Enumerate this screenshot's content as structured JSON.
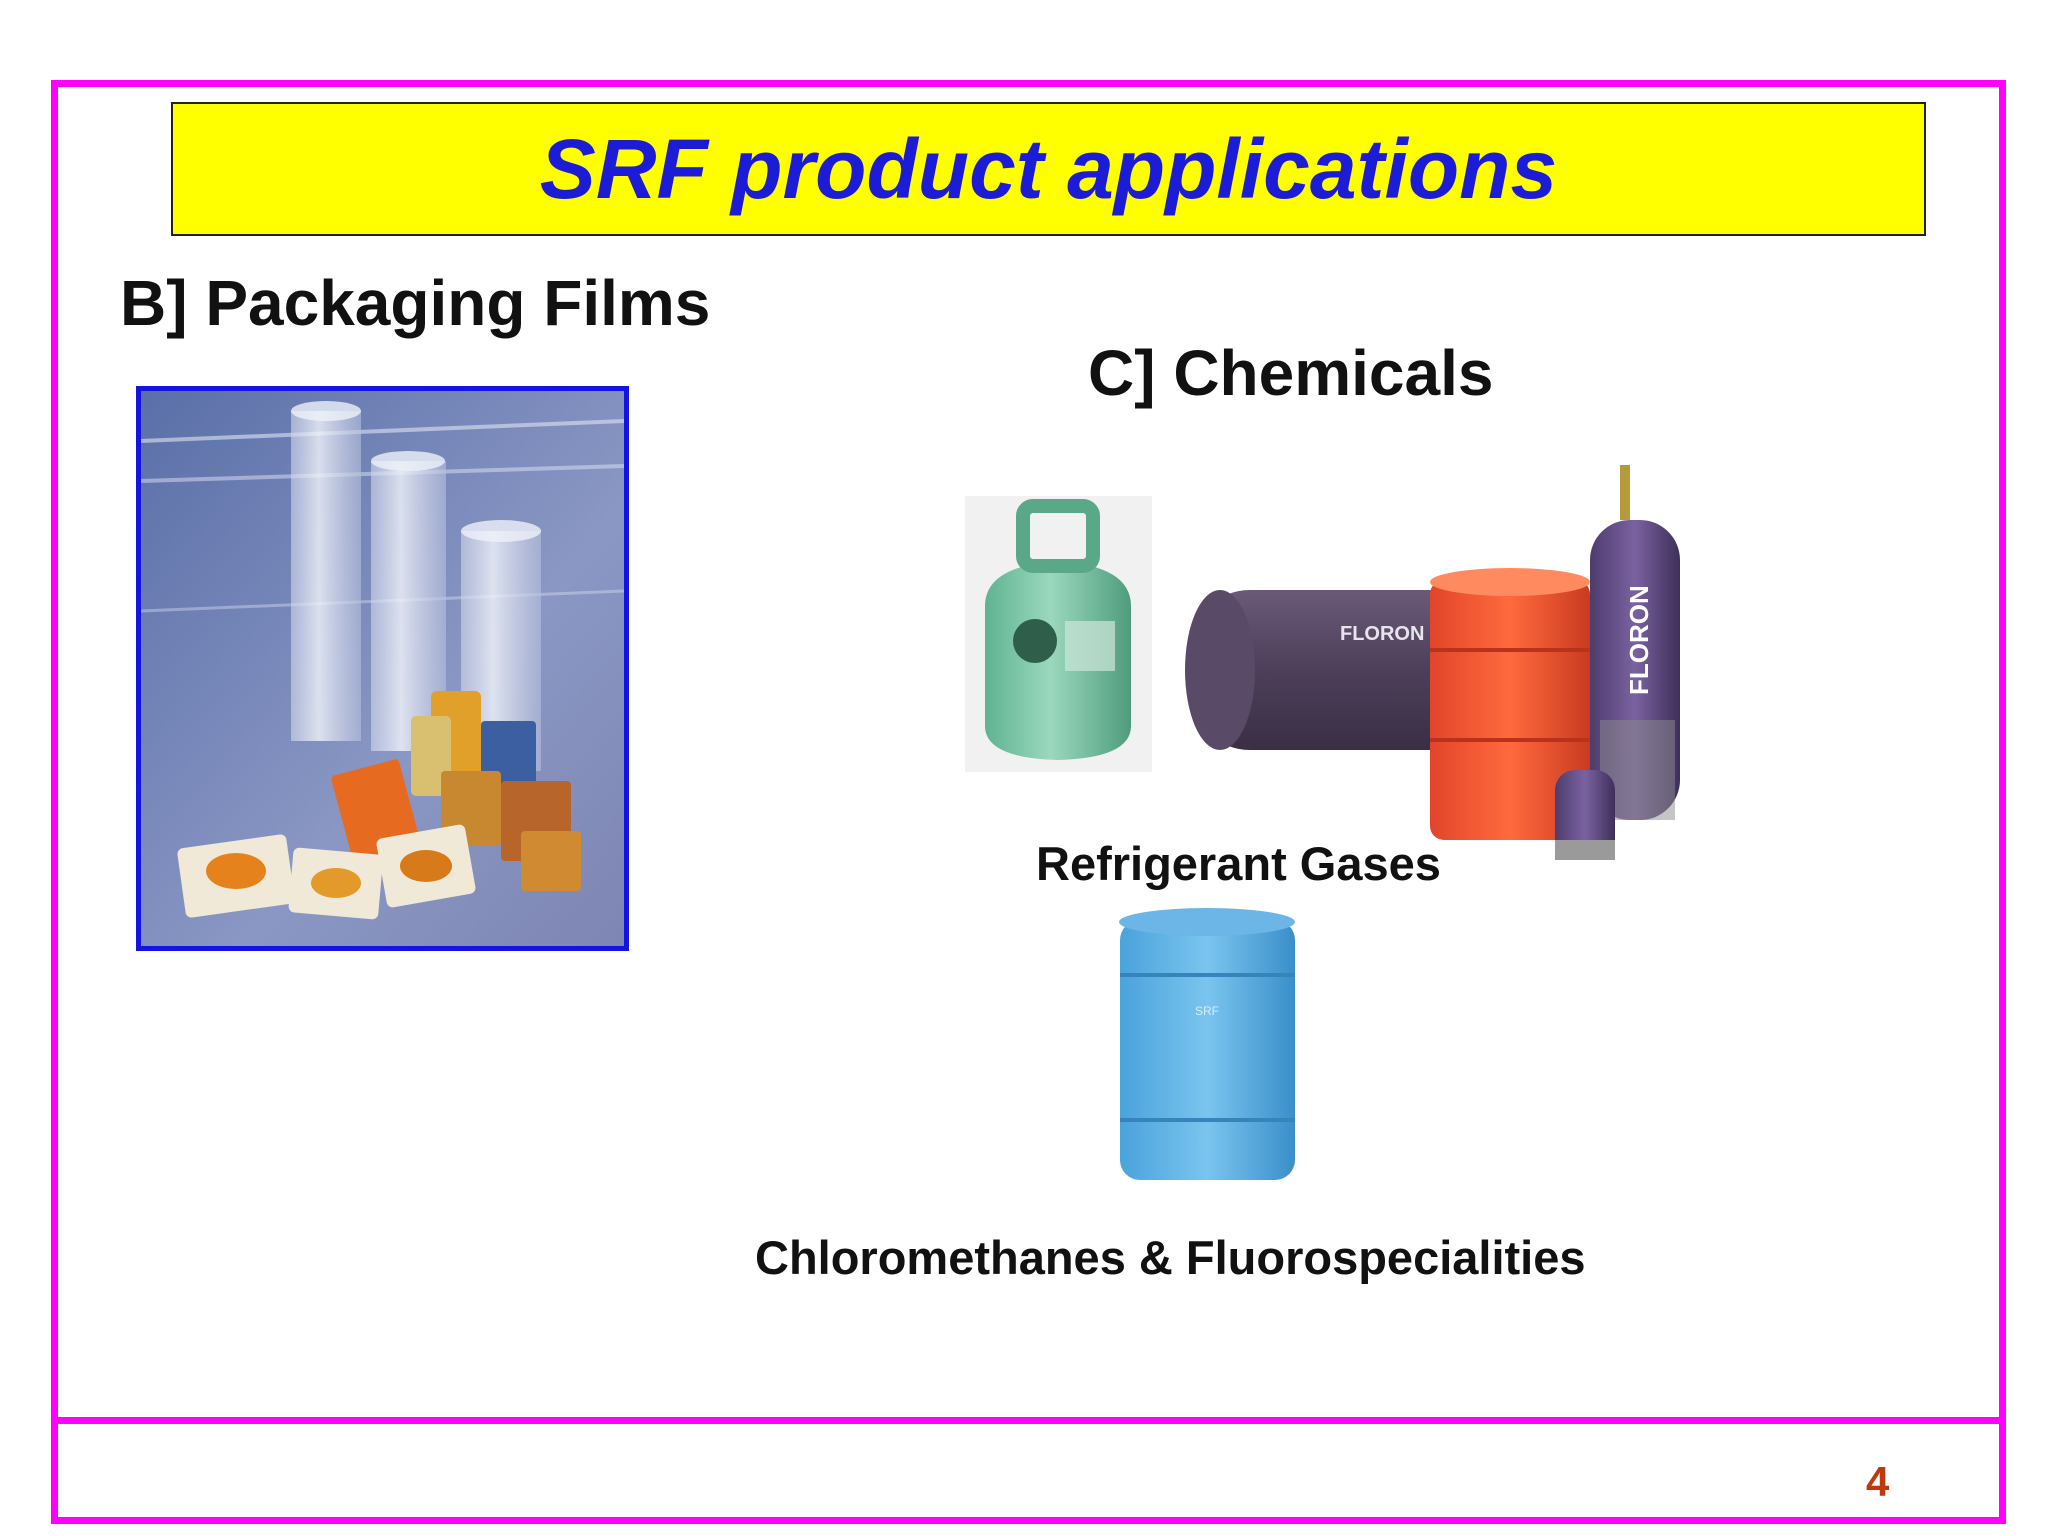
{
  "slide": {
    "title": "SRF product applications",
    "section_b_heading": "B] Packaging Films",
    "section_c_heading": "C] Chemicals",
    "caption_refrigerant": "Refrigerant Gases",
    "caption_chloro": "Chloromethanes & Fluorospecialities",
    "page_number": "4",
    "drum_label_floron": "FLORON",
    "cylinder_label_floron": "FLORON",
    "blue_drum_label": "SRF"
  },
  "colors": {
    "frame": "#ff00ff",
    "title_bg": "#ffff00",
    "title_text": "#1c1cd6",
    "page_number": "#c0390b"
  }
}
